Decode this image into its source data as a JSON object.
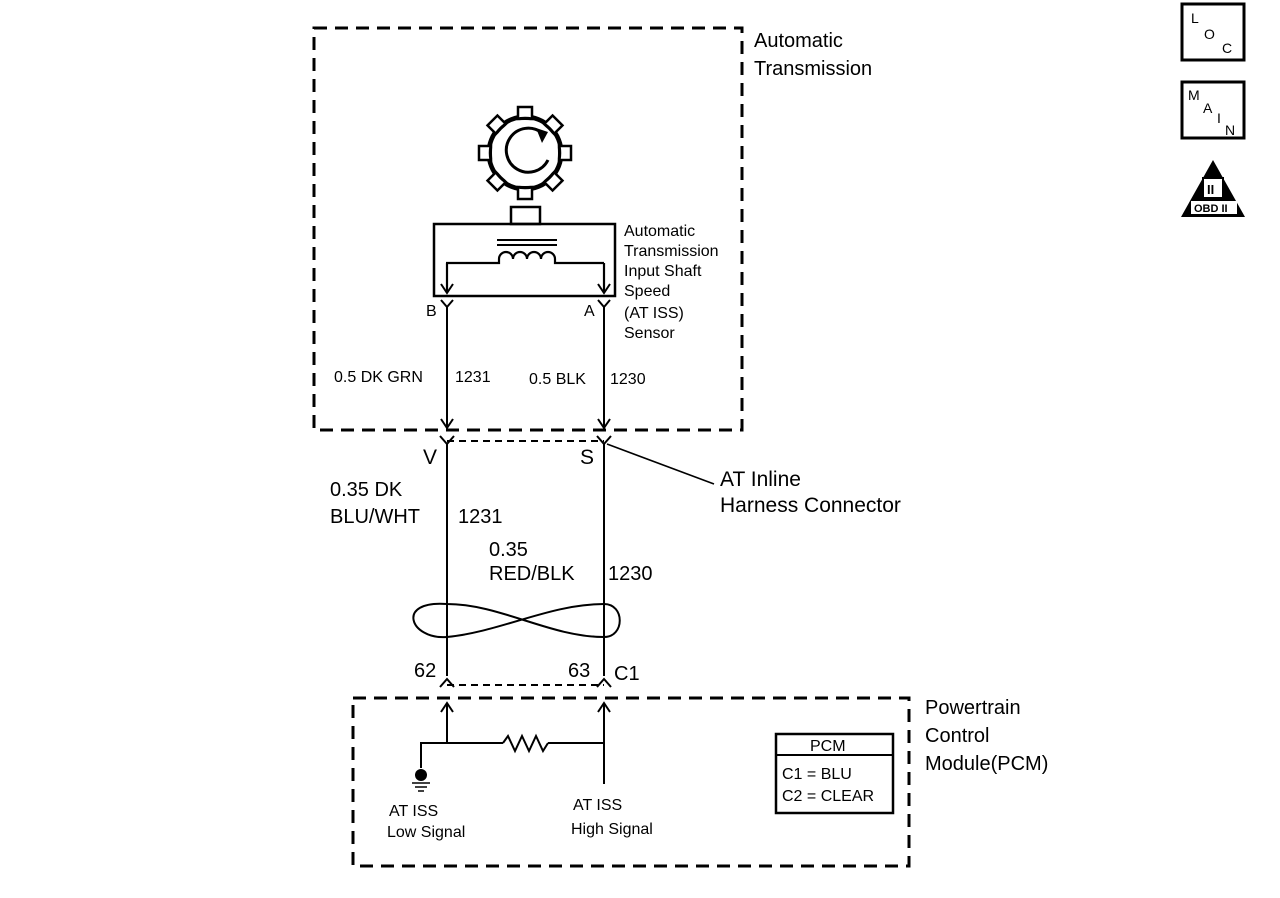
{
  "auto_trans": {
    "line1": "Automatic",
    "line2": "Transmission"
  },
  "sensor": {
    "line1": "Automatic",
    "line2": "Transmission",
    "line3": "Input Shaft",
    "line4": "Speed",
    "line5": "(AT ISS)",
    "line6": "Sensor",
    "pin_b": "B",
    "pin_a": "A"
  },
  "wires_upper": {
    "left_label": "0.5 DK GRN",
    "left_circuit": "1231",
    "right_label": "0.5 BLK",
    "right_circuit": "1230"
  },
  "connector": {
    "pin_v": "V",
    "pin_s": "S",
    "line1": "AT Inline",
    "line2": "Harness Connector"
  },
  "wires_lower": {
    "left_line1": "0.35 DK",
    "left_line2": "BLU/WHT",
    "left_circuit": "1231",
    "right_line1": "0.35",
    "right_line2": "RED/BLK",
    "right_circuit": "1230"
  },
  "pcm_pins": {
    "left": "62",
    "right": "63",
    "connector": "C1"
  },
  "pcm": {
    "line1": "Powertrain",
    "line2": "Control",
    "line3": "Module(PCM)",
    "low_line1": "AT ISS",
    "low_line2": "Low Signal",
    "high_line1": "AT ISS",
    "high_line2": "High Signal"
  },
  "pcm_table": {
    "header": "PCM",
    "row1": "C1 = BLU",
    "row2": "C2 = CLEAR"
  },
  "icons": {
    "loc": {
      "l": "L",
      "o": "O",
      "c": "C"
    },
    "main": {
      "m": "M",
      "a": "A",
      "i": "I",
      "n": "N"
    },
    "obd": {
      "numeral": "II",
      "label": "OBD II"
    }
  }
}
